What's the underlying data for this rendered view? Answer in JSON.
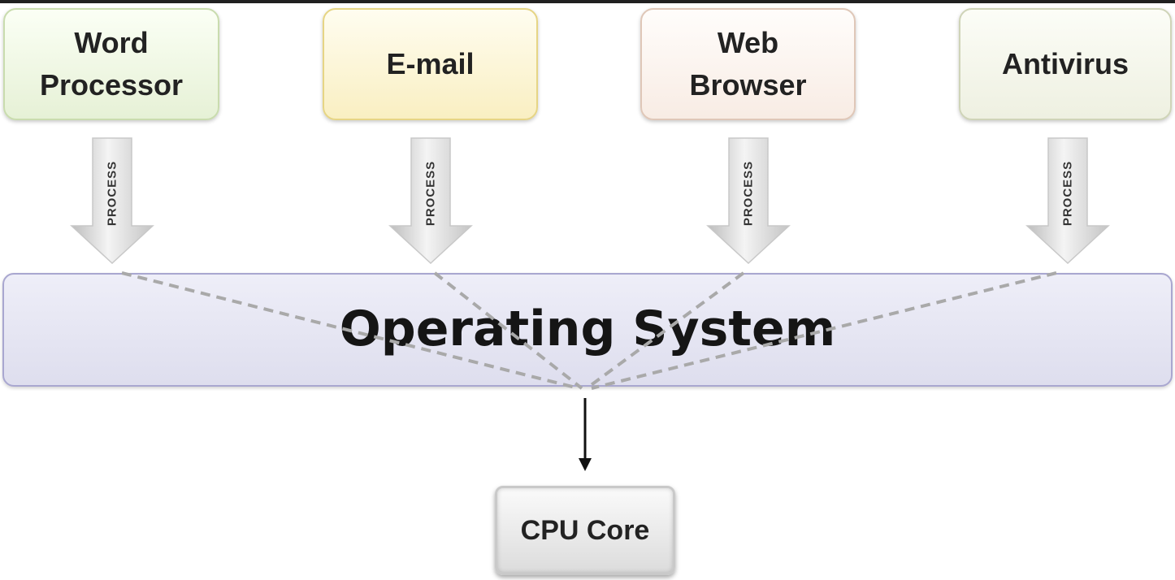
{
  "applications": [
    {
      "label": "Word\nProcessor"
    },
    {
      "label": "E-mail"
    },
    {
      "label": "Web\nBrowser"
    },
    {
      "label": "Antivirus"
    }
  ],
  "process_label": "PROCESS",
  "operating_system": {
    "label": "Operating System"
  },
  "cpu": {
    "label": "CPU Core"
  },
  "colors": {
    "word_processor_box": "#e6f1d6",
    "email_box": "#f9efc2",
    "web_browser_box": "#f8ece4",
    "antivirus_box": "#eef0e1",
    "os_bar": "#dedeee",
    "cpu_box": "#dcdcdc"
  }
}
